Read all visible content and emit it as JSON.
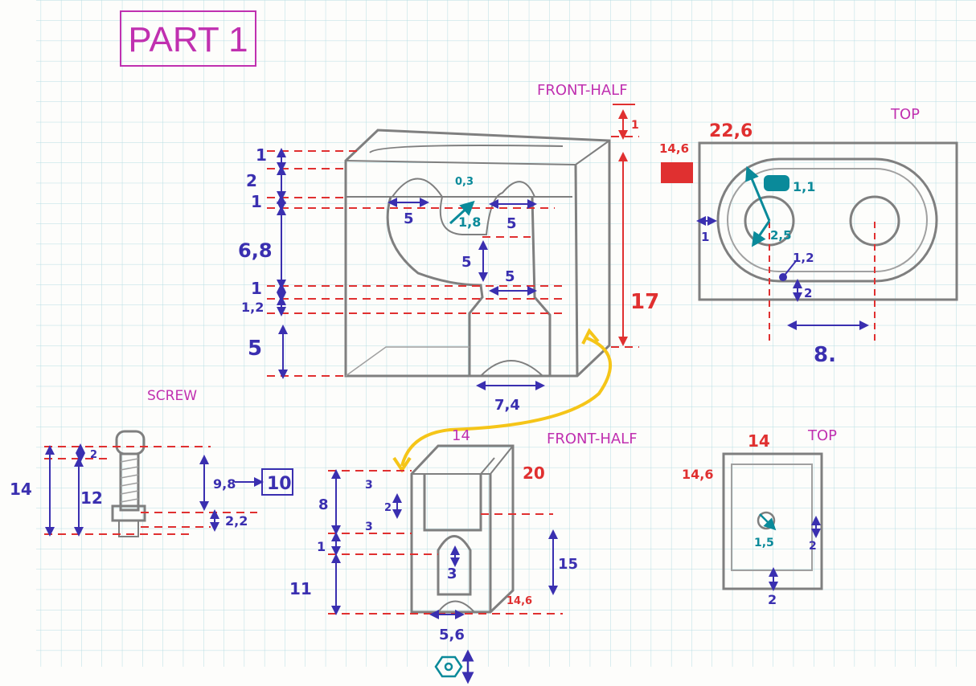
{
  "title": "PART 1",
  "views": {
    "front_top": {
      "heading": "FRONT-HALF",
      "dims_left": [
        "1",
        "2",
        "1",
        "6,8",
        "1",
        "1,2",
        "5"
      ],
      "dims_inner": [
        "5",
        "5",
        "5",
        "5",
        "0,3",
        "1,8"
      ],
      "dim_bottom": "7,4",
      "dims_right": [
        "1",
        "17"
      ]
    },
    "top_right": {
      "heading": "TOP",
      "width": "22,6",
      "height": "14,6",
      "dims": [
        "1,1",
        "2,5",
        "1",
        "1,2",
        "2",
        "8."
      ]
    },
    "screw": {
      "heading": "SCREW",
      "dims": [
        "2",
        "14",
        "12",
        "9,8",
        "10",
        "2,2"
      ]
    },
    "front_bottom": {
      "heading": "FRONT-HALF",
      "top_width": "14",
      "height": "20",
      "dims_left": [
        "3",
        "8",
        "2",
        "3",
        "1",
        "11"
      ],
      "dims_right": [
        "15",
        "14,6"
      ],
      "dim_inner": "3",
      "dim_bottom": "5,6"
    },
    "top_bottom": {
      "heading": "TOP",
      "width": "14",
      "height": "14,6",
      "dims": [
        "1,5",
        "2",
        "2"
      ]
    }
  },
  "colors": {
    "grid": "#b7dde3",
    "pencil": "#7f7f7f",
    "dim_blue": "#3a2fb0",
    "dim_red": "#e03030",
    "magenta": "#c030b0",
    "teal": "#0a8a9a",
    "yellow": "#f5c518"
  }
}
